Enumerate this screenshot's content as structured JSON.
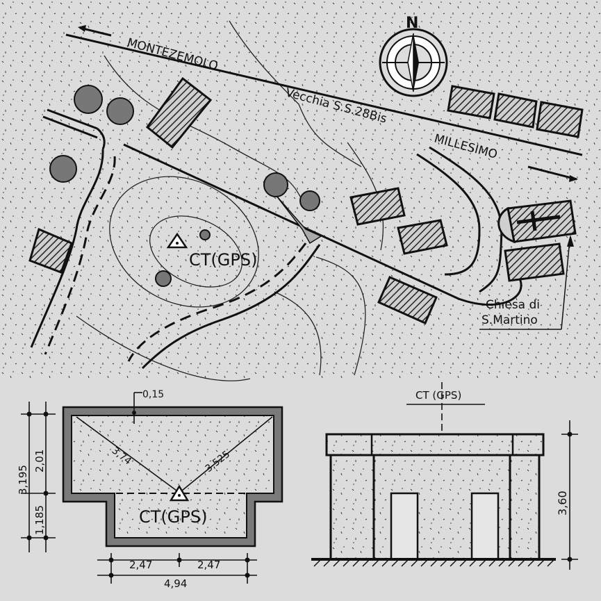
{
  "map": {
    "road_labels": {
      "montezemolo": "MONTEZEMOLO",
      "vecchia": "Vecchia S.S.28Bis",
      "millesimo": "MILLESIMO"
    },
    "compass_letter": "N",
    "station_label": "CT(GPS)",
    "church_label_line1": "Chiesa di",
    "church_label_line2": "S.Martino"
  },
  "plan": {
    "station_label": "CT(GPS)",
    "dims": {
      "wall": "0,15",
      "diag_left": "3,74",
      "diag_right": "3,525",
      "left_total": "3,195",
      "left_upper": "2,01",
      "left_lower": "1,185",
      "bottom_half_left": "2,47",
      "bottom_half_right": "2,47",
      "bottom_total": "4,94"
    }
  },
  "elevation": {
    "label": "CT (GPS)",
    "height": "3,60"
  },
  "colors": {
    "paper": "#dcdcdc",
    "ink": "#111111",
    "wall": "#7a7a7a"
  }
}
